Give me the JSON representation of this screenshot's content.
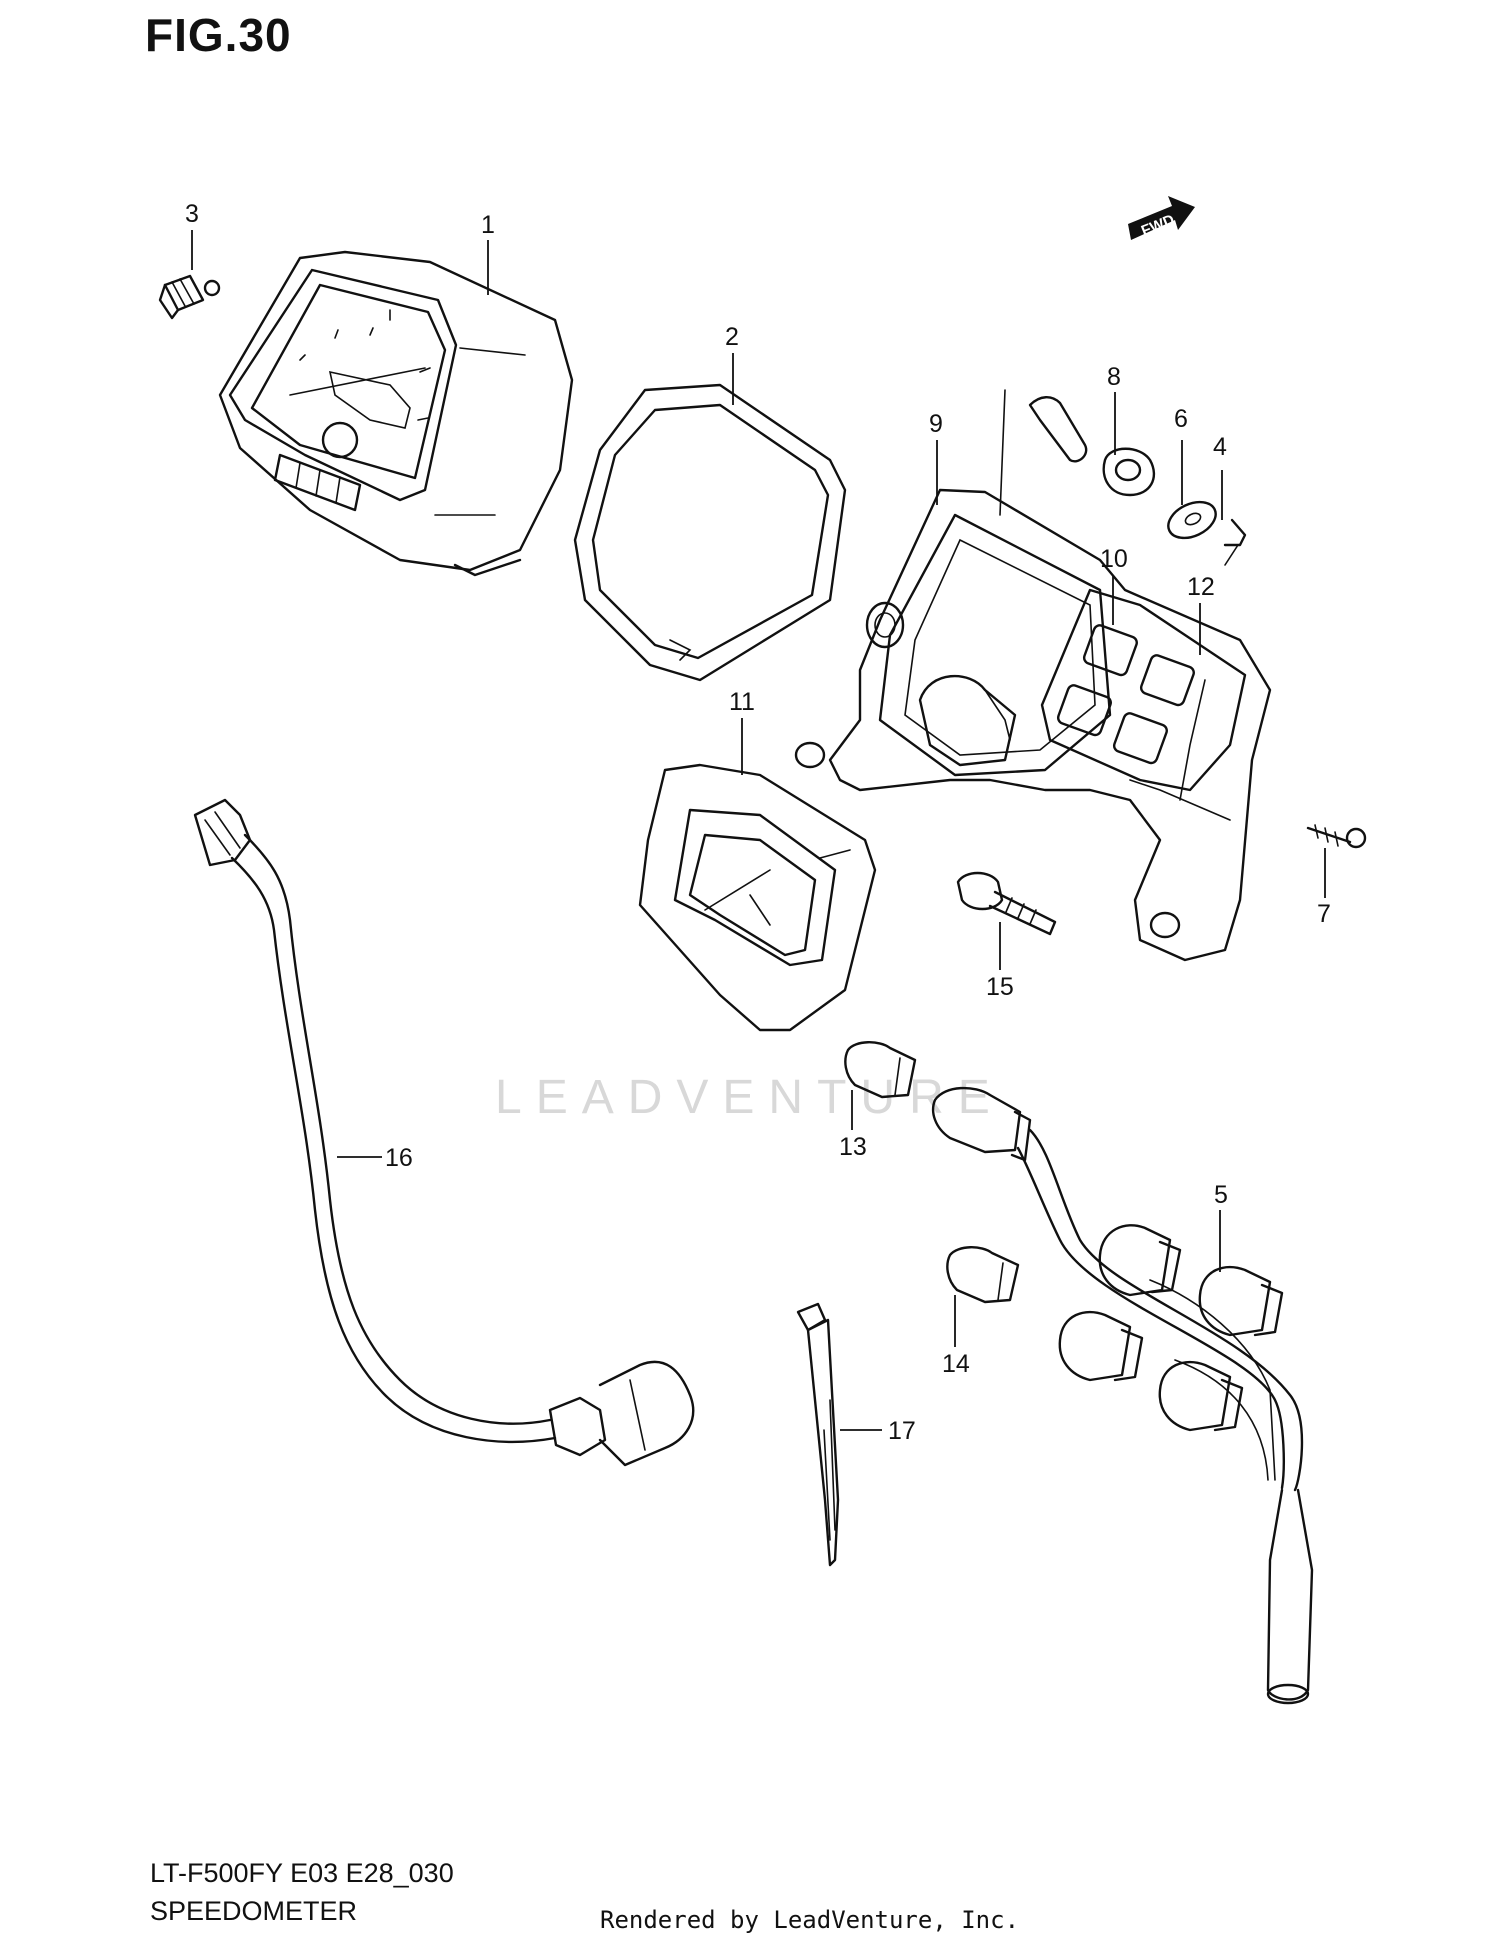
{
  "figure": {
    "title": "FIG.30",
    "model": "LT-F500FY E03 E28_030",
    "caption": "SPEEDOMETER",
    "rendered_by": "Rendered by LeadVenture, Inc.",
    "watermark": "LEADVENTURE",
    "direction_label": "FWD"
  },
  "callouts": [
    "1",
    "2",
    "3",
    "4",
    "5",
    "6",
    "7",
    "8",
    "9",
    "10",
    "11",
    "12",
    "13",
    "14",
    "15",
    "16",
    "17"
  ],
  "colors": {
    "line": "#111111",
    "watermark": "#d8d8d8",
    "background": "#ffffff"
  }
}
